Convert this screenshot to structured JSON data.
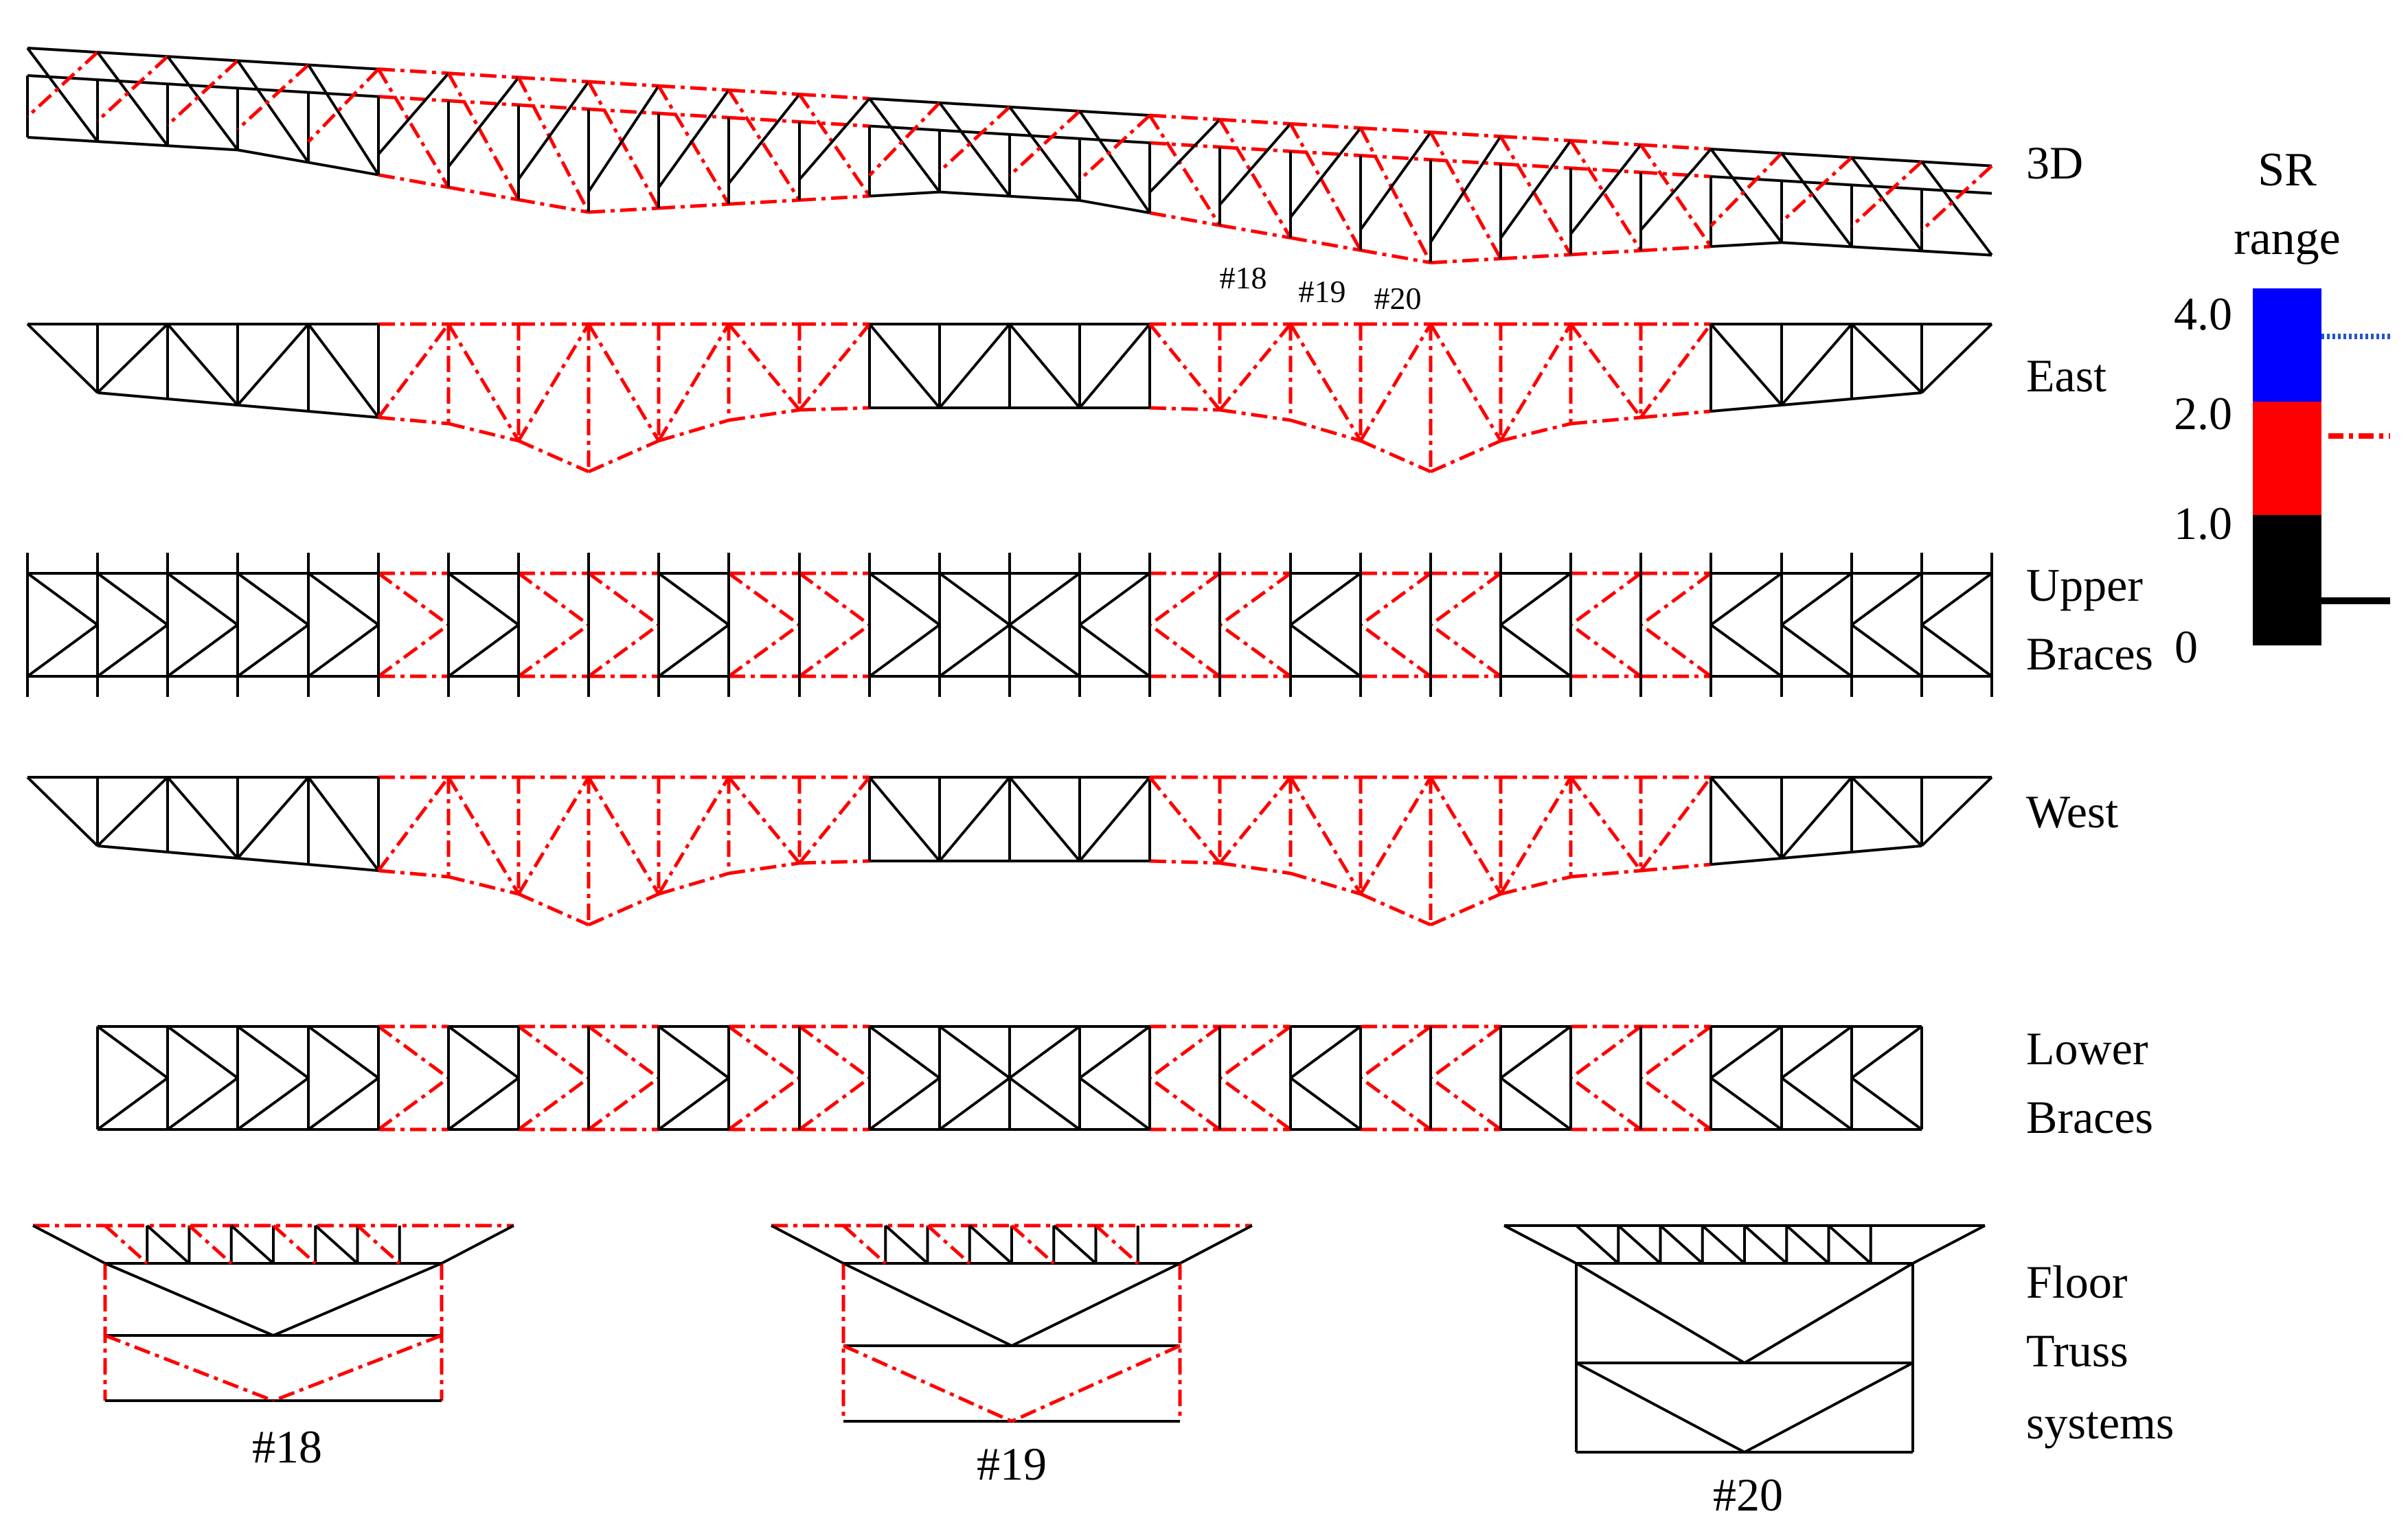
{
  "colors": {
    "low": "#000000",
    "medium": "#ff0000",
    "high": "#0000ff",
    "background": "#ffffff"
  },
  "views": [
    {
      "id": "3d",
      "label": "3D"
    },
    {
      "id": "east",
      "label": "East"
    },
    {
      "id": "upper",
      "label_lines": [
        "Upper",
        "Braces"
      ]
    },
    {
      "id": "west",
      "label": "West"
    },
    {
      "id": "lower",
      "label_lines": [
        "Lower",
        "Braces"
      ]
    },
    {
      "id": "floor",
      "label_lines": [
        "Floor",
        "Truss",
        "systems"
      ]
    }
  ],
  "floor_sections": [
    "#18",
    "#19",
    "#20"
  ],
  "section_markers_3d": [
    "#18",
    "#19",
    "#20"
  ],
  "legend": {
    "title_lines": [
      "SR",
      "range"
    ],
    "ticks": [
      "4.0",
      "2.0",
      "1.0",
      "0"
    ],
    "bands": [
      {
        "from": 2.0,
        "to": 4.0,
        "color": "#0000ff",
        "line_style": "dotted"
      },
      {
        "from": 1.0,
        "to": 2.0,
        "color": "#ff0000",
        "line_style": "dash-dot"
      },
      {
        "from": 0,
        "to": 1.0,
        "color": "#000000",
        "line_style": "solid"
      }
    ]
  }
}
